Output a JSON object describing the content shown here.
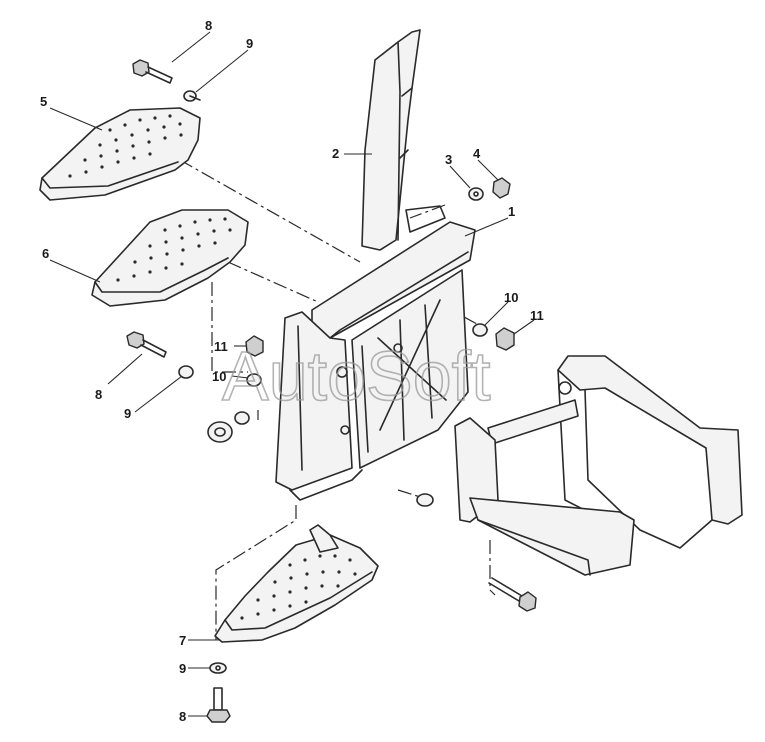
{
  "watermark": "AutoSoft",
  "callouts": {
    "c8_top": "8",
    "c9_top": "9",
    "c5": "5",
    "c2": "2",
    "c3": "3",
    "c4": "4",
    "c1": "1",
    "c6": "6",
    "c10_right": "10",
    "c11_right": "11",
    "c11_left": "11",
    "c10_left": "10",
    "c8_mid": "8",
    "c9_mid": "9",
    "c7": "7",
    "c9_bottom": "9",
    "c8_bottom": "8"
  },
  "colors": {
    "line": "#2a2a2a",
    "background": "#ffffff",
    "watermark": "#9a9a9a"
  }
}
